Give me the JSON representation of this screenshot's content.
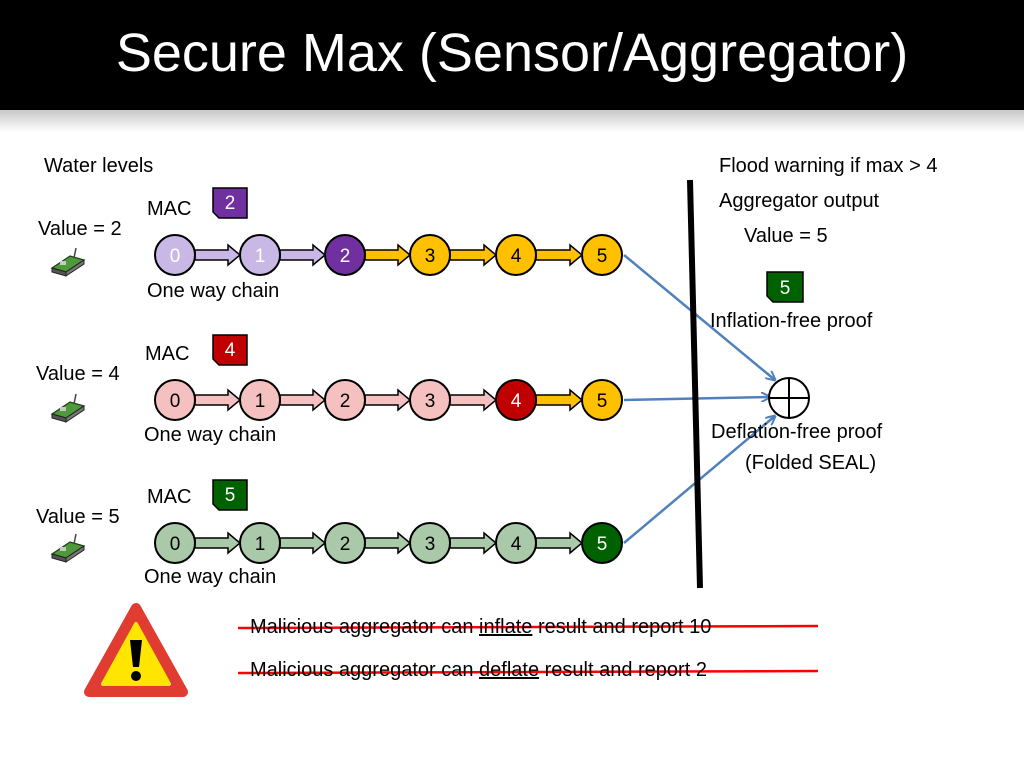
{
  "title": "Secure Max (Sensor/Aggregator)",
  "water_levels_label": "Water levels",
  "flood_warning": "Flood warning if max > 4",
  "aggregator_output": "Aggregator output",
  "aggregator_value": "Value = 5",
  "inflation_proof": "Inflation-free proof",
  "deflation_proof_line1": "Deflation-free proof",
  "deflation_proof_line2": "(Folded SEAL)",
  "output_badge": "5",
  "chains": [
    {
      "value_label": "Value = 2",
      "mac_label": "MAC",
      "mac_value": "2",
      "mac_color": "#7030A0",
      "chain_label": "One way chain",
      "nodes": [
        "0",
        "1",
        "2",
        "3",
        "4",
        "5"
      ],
      "node_fill": "#c9b8e6",
      "active_color": "#7030A0",
      "active_index": 2,
      "rest_color": "#FFC000"
    },
    {
      "value_label": "Value = 4",
      "mac_label": "MAC",
      "mac_value": "4",
      "mac_color": "#C00000",
      "chain_label": "One way chain",
      "nodes": [
        "0",
        "1",
        "2",
        "3",
        "4",
        "5"
      ],
      "node_fill": "#f4c0c0",
      "active_color": "#C00000",
      "active_index": 4,
      "rest_color": "#FFC000"
    },
    {
      "value_label": "Value = 5",
      "mac_label": "MAC",
      "mac_value": "5",
      "mac_color": "#006100",
      "chain_label": "One way chain",
      "nodes": [
        "0",
        "1",
        "2",
        "3",
        "4",
        "5"
      ],
      "node_fill": "#a9c9a9",
      "active_color": "#006100",
      "active_index": 5,
      "rest_color": "#FFC000"
    }
  ],
  "attacks": [
    {
      "before": "Malicious aggregator can ",
      "keyword": "inflate",
      "after": " result and report 10"
    },
    {
      "before": "Malicious aggregator can ",
      "keyword": "deflate",
      "after": " result and report 2"
    }
  ],
  "colors": {
    "arrow_blue": "#4F81BD",
    "strike_red": "#FF0000",
    "warning_red": "#E03C31",
    "warning_yellow": "#FFE500"
  }
}
